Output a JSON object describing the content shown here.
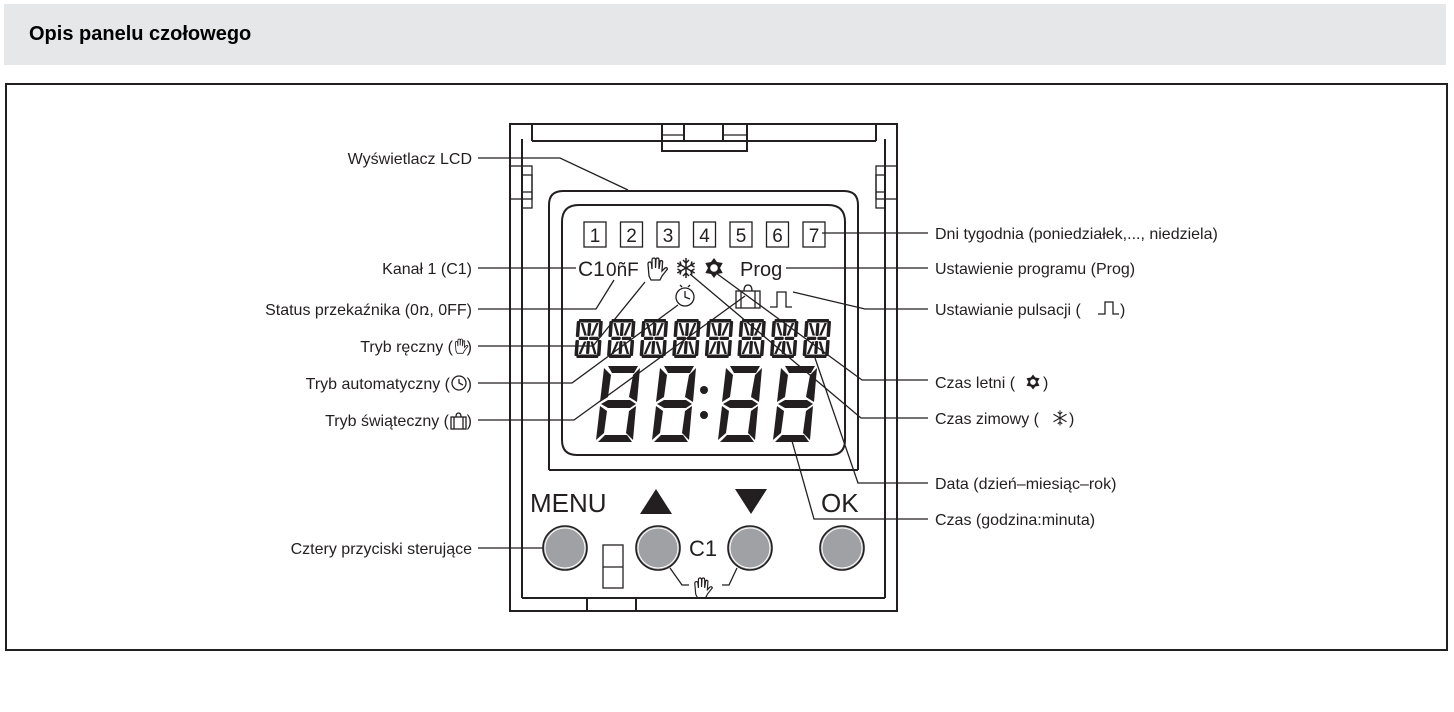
{
  "header": {
    "title": "Opis panelu czołowego"
  },
  "device": {
    "days": [
      "1",
      "2",
      "3",
      "4",
      "5",
      "6",
      "7"
    ],
    "channel_text": "C1",
    "relay_text": "0ñF",
    "prog_text": "Prog",
    "time_display": "88:88",
    "buttons": [
      {
        "name": "menu",
        "label": "MENU",
        "icon": "none"
      },
      {
        "name": "up",
        "label": "",
        "icon": "triangle-up-icon"
      },
      {
        "name": "down",
        "label": "",
        "icon": "triangle-down-icon"
      },
      {
        "name": "ok",
        "label": "OK",
        "icon": "none"
      }
    ],
    "channel_button_label": "C1",
    "button_color": "#a0a1a4"
  },
  "labels_left": {
    "lcd": "Wyświetlacz LCD",
    "channel": "Kanał 1 (C1)",
    "relay_status_prefix": "Status przekaźnika (",
    "relay_status_on": "0ռ",
    "relay_status_sep": ", ",
    "relay_status_off": "0FF",
    "relay_status_suffix": ")",
    "manual_mode": "Tryb ręczny (",
    "auto_mode": "Tryb automatyczny (",
    "holiday_mode": "Tryb świąteczny (",
    "buttons": "Cztery przyciski sterujące",
    "close_paren": ")"
  },
  "labels_right": {
    "weekdays": "Dni tygodnia (poniedziałek,..., niedziela)",
    "program": "Ustawienie programu (Prog)",
    "pulse": "Ustawianie pulsacji (",
    "summer": "Czas letni (",
    "winter": "Czas zimowy (",
    "date": "Data (dzień–miesiąc–rok)",
    "time": "Czas (godzina:minuta)",
    "close_paren": ")"
  }
}
